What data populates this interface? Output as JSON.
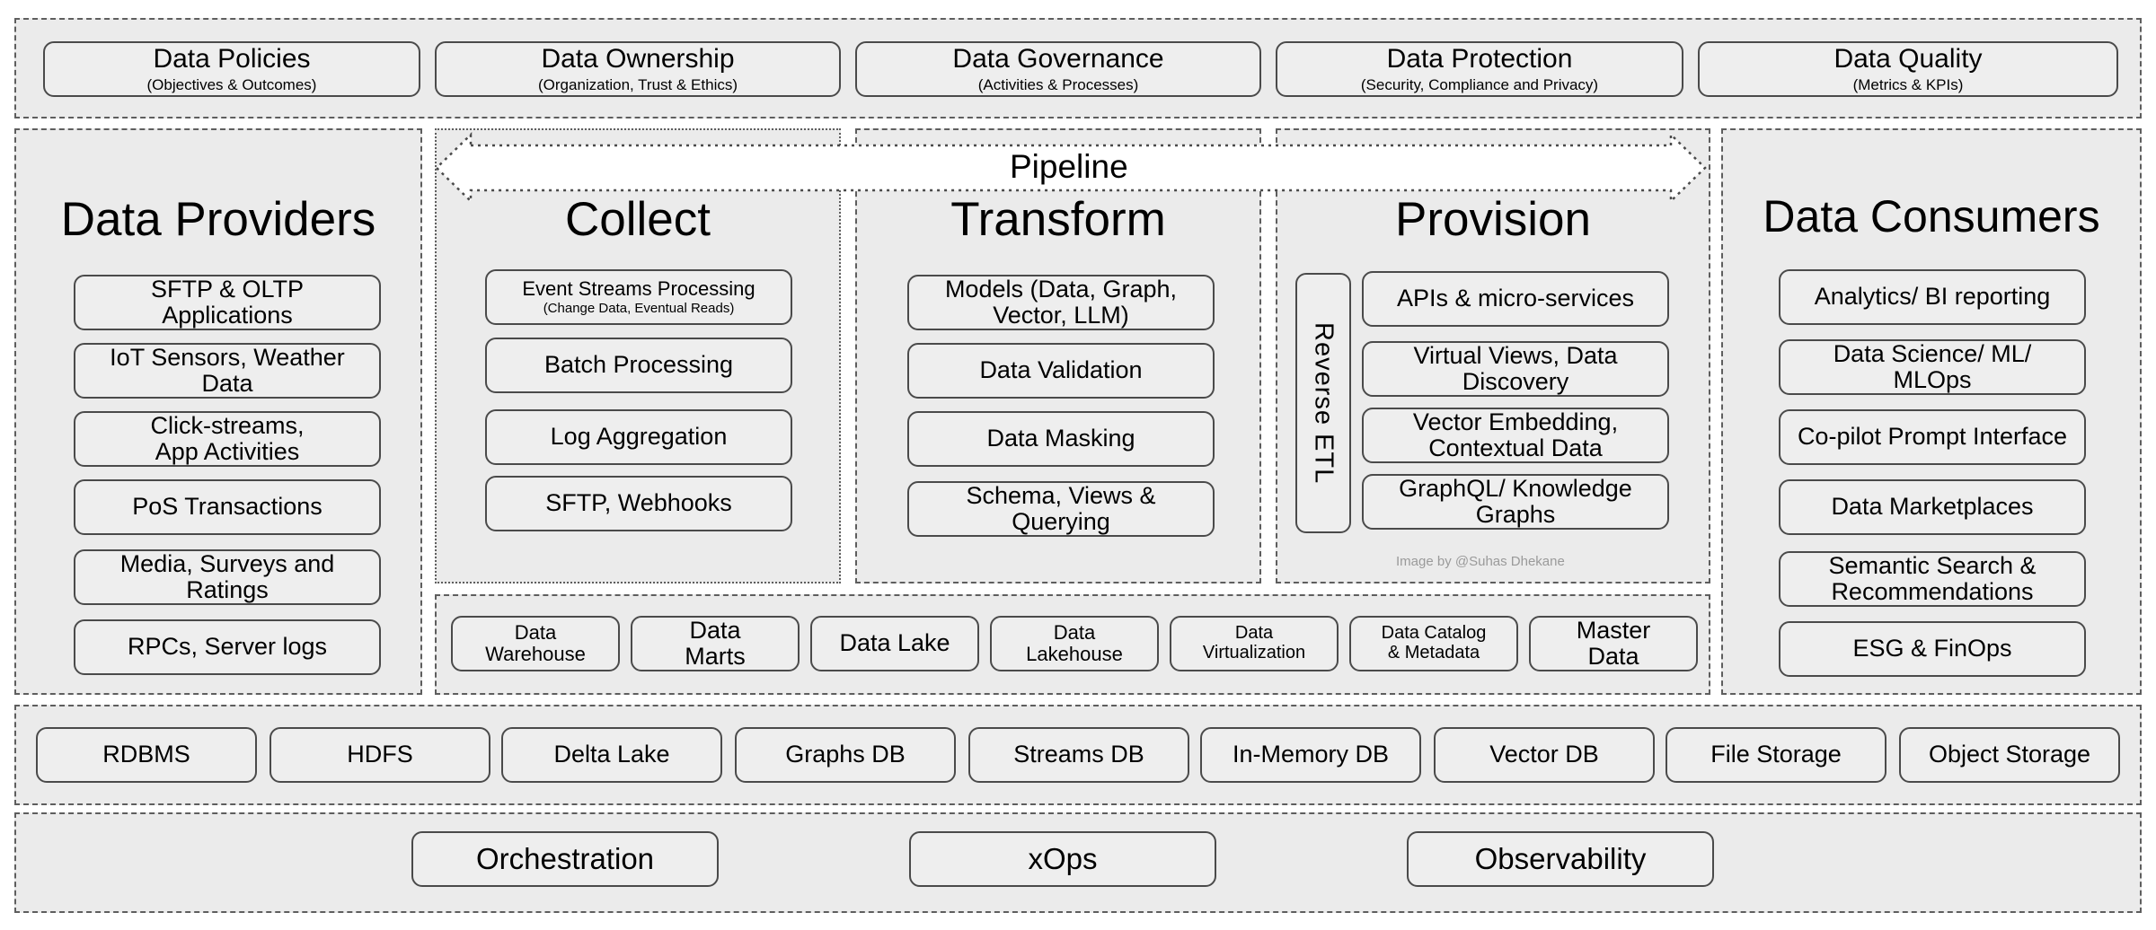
{
  "governance": [
    {
      "title": "Data Policies",
      "subtitle": "(Objectives & Outcomes)"
    },
    {
      "title": "Data Ownership",
      "subtitle": "(Organization, Trust & Ethics)"
    },
    {
      "title": "Data Governance",
      "subtitle": "(Activities & Processes)"
    },
    {
      "title": "Data Protection",
      "subtitle": "(Security, Compliance and Privacy)"
    },
    {
      "title": "Data Quality",
      "subtitle": "(Metrics & KPIs)"
    }
  ],
  "providers": {
    "heading": "Data Providers",
    "items": [
      [
        "SFTP & OLTP",
        "Applications"
      ],
      [
        "IoT Sensors, Weather",
        "Data"
      ],
      [
        "Click-streams,",
        "App Activities"
      ],
      [
        "PoS Transactions"
      ],
      [
        "Media, Surveys and",
        "Ratings"
      ],
      [
        "RPCs, Server logs"
      ]
    ]
  },
  "pipeline": {
    "label": "Pipeline"
  },
  "collect": {
    "heading": "Collect",
    "event_streams": {
      "title": "Event Streams Processing",
      "subtitle": "(Change Data, Eventual Reads)"
    },
    "items": [
      "Batch Processing",
      "Log Aggregation",
      "SFTP,  Webhooks"
    ]
  },
  "transform": {
    "heading": "Transform",
    "items": [
      [
        "Models (Data, Graph,",
        "Vector, LLM)"
      ],
      [
        "Data Validation"
      ],
      [
        "Data Masking"
      ],
      [
        "Schema, Views &",
        "Querying"
      ]
    ]
  },
  "provision": {
    "heading": "Provision",
    "reverse_etl": "Reverse ETL",
    "items": [
      [
        "APIs & micro-services"
      ],
      [
        "Virtual Views, Data",
        "Discovery"
      ],
      [
        "Vector Embedding,",
        "Contextual Data"
      ],
      [
        "GraphQL/ Knowledge",
        "Graphs"
      ]
    ],
    "credit": "Image by @Suhas Dhekane"
  },
  "consumers": {
    "heading": "Data Consumers",
    "items": [
      [
        "Analytics/ BI reporting"
      ],
      [
        "Data Science/ ML/",
        "MLOps"
      ],
      [
        "Co-pilot Prompt Interface"
      ],
      [
        "Data Marketplaces"
      ],
      [
        "Semantic Search &",
        "Recommendations"
      ],
      [
        "ESG & FinOps"
      ]
    ]
  },
  "stores": [
    [
      "Data",
      "Warehouse"
    ],
    [
      "Data",
      "Marts"
    ],
    [
      "Data Lake"
    ],
    [
      "Data",
      "Lakehouse"
    ],
    [
      "Data",
      "Virtualization"
    ],
    [
      "Data Catalog",
      "& Metadata"
    ],
    [
      "Master",
      "Data"
    ]
  ],
  "storage": [
    "RDBMS",
    "HDFS",
    "Delta Lake",
    "Graphs DB",
    "Streams DB",
    "In-Memory DB",
    "Vector DB",
    "File Storage",
    "Object Storage"
  ],
  "operations": [
    "Orchestration",
    "xOps",
    "Observability"
  ]
}
